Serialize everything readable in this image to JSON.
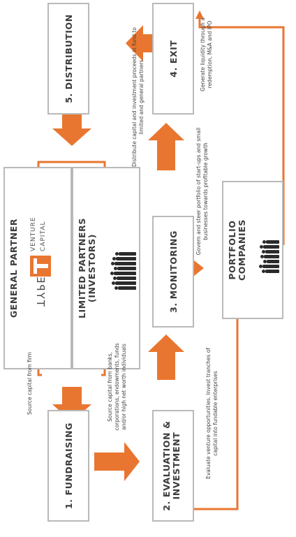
{
  "colors": {
    "accent": "#e97630",
    "border": "#b9b9b9",
    "text": "#3a3a3a"
  },
  "steps": {
    "fundraising": "1. FUNDRAISING",
    "evaluation": "2. EVALUATION & INVESTMENT",
    "monitoring": "3. MONITORING",
    "exit": "4. EXIT",
    "distribution": "5. DISTRIBUTION"
  },
  "entities": {
    "general_partner": "GENERAL PARTNER",
    "limited_partners": "LIMITED PARTNERS (INVESTORS)",
    "portfolio_companies": "PORTFOLIO COMPANIES"
  },
  "logo": {
    "type_text": "TYPE",
    "line1": "VENTURE",
    "line2": "CAPITAL"
  },
  "descriptions": {
    "source_capital_firm": "Source capital from firm",
    "source_capital_investors": "Source capital from banks, corporations, endowments, funds and/or high net worth individuals",
    "evaluate": "Evaluate venture opportunities. Invest tranches of capital into fundable enterprises",
    "govern": "Govern and steer portfolio of start-ups and small businesses towards profitable growth",
    "liquidity": "Generate liquidity through a redemption, M&A and IPO",
    "distribute": "Distribute capital and investment proceeds in fund to limited and general partners"
  }
}
